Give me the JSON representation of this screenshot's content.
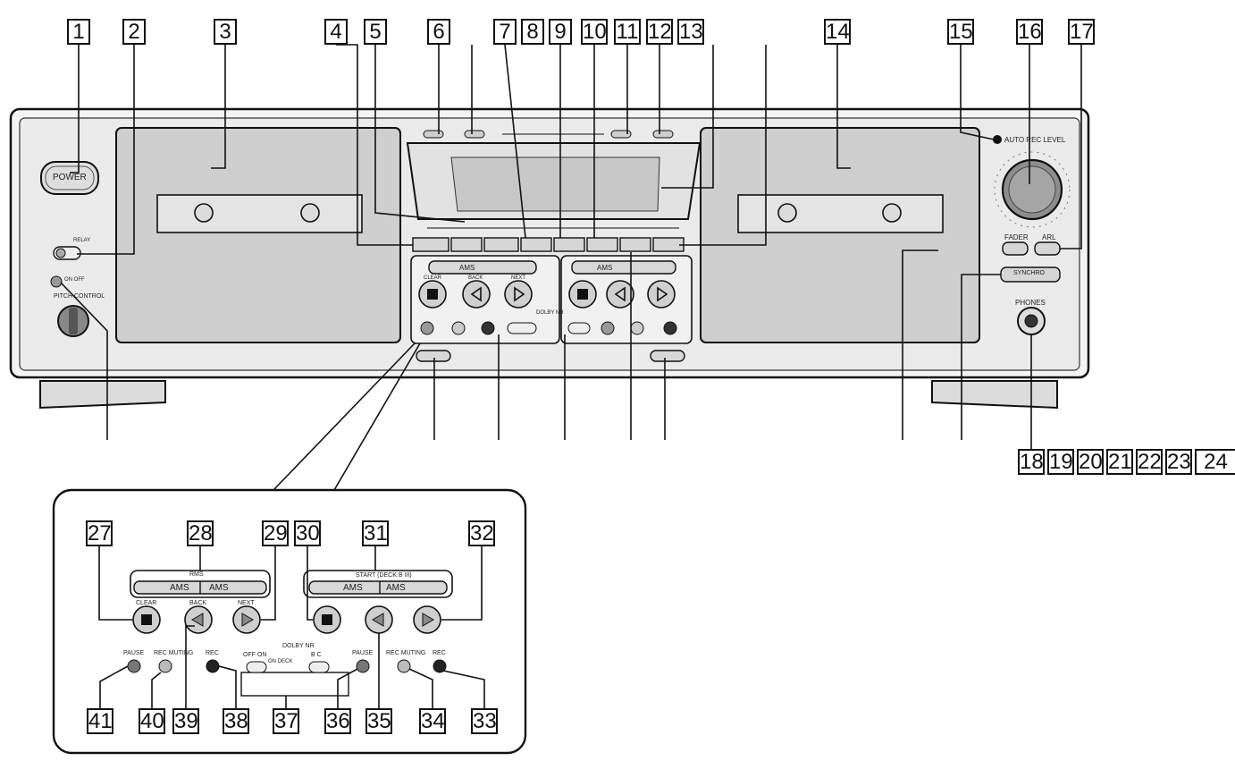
{
  "callouts_top": [
    "1",
    "2",
    "3",
    "4",
    "5",
    "6",
    "7",
    "8",
    "9",
    "10",
    "11",
    "12",
    "13",
    "14",
    "15",
    "16",
    "17"
  ],
  "callouts_right": [
    "18",
    "19",
    "20",
    "21",
    "22",
    "23",
    "24"
  ],
  "callouts_inset_top": [
    "27",
    "28",
    "29",
    "30",
    "31",
    "32"
  ],
  "callouts_inset_bottom": [
    "41",
    "40",
    "39",
    "38",
    "37",
    "36",
    "35",
    "34",
    "33"
  ],
  "panel_labels": {
    "power": "POWER",
    "rec_level": "AUTO  REC LEVEL",
    "pitch_control": "PITCH CONTROL",
    "pitch_on_off": "ON  OFF",
    "relay": "RELAY",
    "fader": "FADER",
    "arl": "ARL",
    "synchro": "SYNCHRO",
    "phones": "PHONES",
    "ams_left": "AMS",
    "ams_right": "AMS",
    "clear": "CLEAR",
    "back": "BACK",
    "next": "NEXT",
    "dolby": "DOLBY NR"
  },
  "inset_labels": {
    "rms": "RMS",
    "ams_1": "AMS",
    "ams_2": "AMS",
    "start_deck_b": "START (DECK B III)",
    "ams_3": "AMS",
    "ams_4": "AMS",
    "clear": "CLEAR",
    "back": "BACK",
    "next": "NEXT",
    "pause_1": "PAUSE",
    "rec_muting_1": "REC MUTING",
    "rec_1": "REC",
    "dolby_nr": "DOLBY NR",
    "dolby_opts": "OFF  ON",
    "dolby_sub": "ON DECK",
    "dolby_b": "B  C",
    "pause_2": "PAUSE",
    "rec_muting_2": "REC MUTING",
    "rec_2": "REC"
  },
  "colors": {
    "line": "#111111",
    "panel": "#e9e9e9",
    "window": "#c9c9c9",
    "button": "#d6d6d6"
  }
}
